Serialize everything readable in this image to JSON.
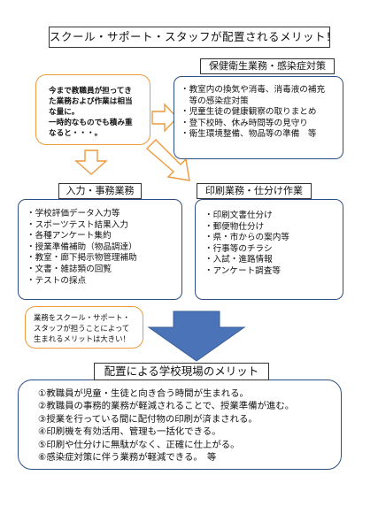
{
  "title": "スクール・サポート・スタッフが配置されるメリット！",
  "intro_note": {
    "lines": [
      "今まで教職員が担ってき",
      "た業務および作業は相当",
      "な量に。",
      "一時的なものでも積み重",
      "なると・・・。"
    ]
  },
  "hygiene": {
    "label": "保健衛生業務・感染症対策",
    "items": [
      "・教室内の換気や消毒、消毒液の補充",
      "　等の感染症対策",
      "・児童生徒の健康観察の取りまとめ",
      "・登下校時、休み時間等の見守り",
      "・衛生環境整備、物品等の準備　等"
    ]
  },
  "input": {
    "label": "入力・事務業務",
    "items": [
      "・学校評価データ入力等",
      "・スポーツテスト結果入力",
      "・各種アンケート集約",
      "・授業準備補助（物品調達）",
      "・教室・廊下掲示物管理補助",
      "・文書・雑誌類の回覧",
      "・テストの採点"
    ]
  },
  "printing": {
    "label": "印刷業務・仕分け作業",
    "items": [
      "・印刷文書仕分け",
      "・郵便物仕分け",
      "・県・市からの案内等",
      "・行事等のチラシ",
      "・入試・進路情報",
      "・アンケート調査等"
    ]
  },
  "merit_note": {
    "lines": [
      "業務をスクール・サポート・",
      "スタッフが担うことによって",
      "生まれるメリットは大きい！"
    ]
  },
  "merits": {
    "label": "配置による学校現場のメリット",
    "items": [
      "①教職員が児童・生徒と向き合う時間が生まれる。",
      "②教職員の事務的業務が軽減されることで、授業準備が進む。",
      "③授業を行っている間に配付物の印刷が済まされる。",
      "④印刷機を有効活用、管理も一括化できる。",
      "⑤印刷や仕分けに無駄がなく、正確に仕上がる。",
      "⑥感染症対策に伴う業務が軽減できる。　等"
    ]
  },
  "colors": {
    "blue_border": "#2e4f86",
    "orange_border": "#ec9a3b",
    "big_arrow": "#4a73b8"
  }
}
